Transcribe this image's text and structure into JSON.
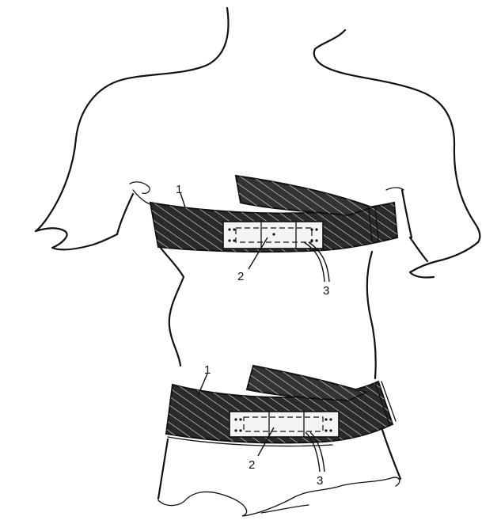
{
  "labels": {
    "upper_belt": "1",
    "upper_panel": "2",
    "upper_leads": "3",
    "lower_belt": "1",
    "lower_panel": "2",
    "lower_leads": "3"
  }
}
